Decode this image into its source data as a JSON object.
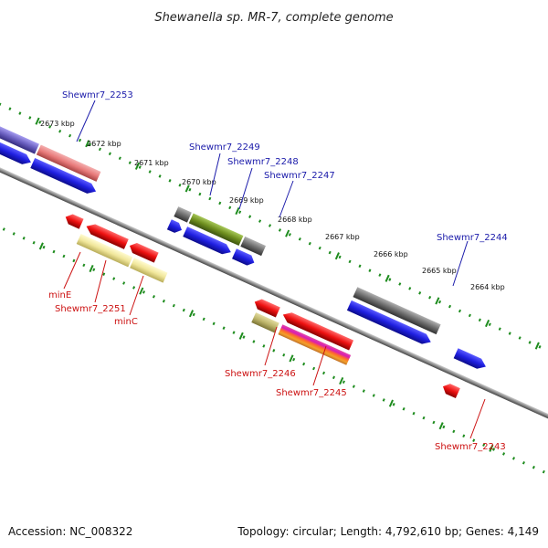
{
  "title": "Shewanella sp. MR-7, complete genome",
  "accession": "Accession: NC_008322",
  "summary": "Topology: circular; Length: 4,792,610 bp; Genes: 4,149",
  "kbp_ticks": [
    "2673 kbp",
    "2672 kbp",
    "2671 kbp",
    "2670 kbp",
    "2669 kbp",
    "2668 kbp",
    "2667 kbp",
    "2666 kbp",
    "2665 kbp",
    "2664 kbp"
  ],
  "labels_forward": [
    "Shewmr7_2253",
    "Shewmr7_2249",
    "Shewmr7_2248",
    "Shewmr7_2247",
    "Shewmr7_2244"
  ],
  "labels_reverse": [
    "minE",
    "Shewmr7_2251",
    "minC",
    "Shewmr7_2246",
    "Shewmr7_2245",
    "Shewmr7_2243"
  ],
  "colors": {
    "forward_label": "#1a1aaa",
    "reverse_label": "#cc1111",
    "cds_blue": "#1f1fe0",
    "cds_red": "#ee1111",
    "cog_gray": "#6e6e6e",
    "cog_green": "#6f8f1f",
    "cog_pink": "#e87a7a",
    "cog_purple": "#6a5fc0",
    "cog_yellow": "#f0e69a",
    "cog_khaki": "#bdb56a",
    "cog_multi": "#e24aa6",
    "track_dots": "#1e8c1e",
    "backbone": "#8a8a8a"
  }
}
